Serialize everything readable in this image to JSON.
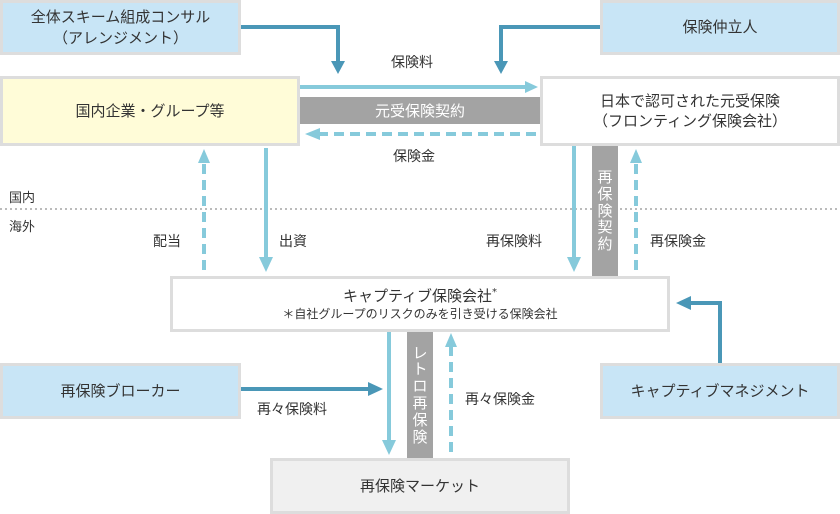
{
  "colors": {
    "box_blue": "#c8e5f6",
    "box_yellow": "#fffcd8",
    "box_border": "#dddddd",
    "arrow_dark": "#4a97b7",
    "arrow_light": "#86cadb",
    "band_grey": "#a3a3a3"
  },
  "boxes": {
    "consultant": {
      "line1": "全体スキーム組成コンサル",
      "line2": "（アレンジメント）"
    },
    "broker": {
      "label": "保険仲立人"
    },
    "domestic_company": {
      "label": "国内企業・グループ等"
    },
    "fronting_insurer": {
      "line1": "日本で認可された元受保険",
      "line2": "（フロンティング保険会社）"
    },
    "captive": {
      "title": "キャプティブ保険会社",
      "asterisk": "*",
      "note": "＊自社グループのリスクのみを引き受ける保険会社"
    },
    "reinsurance_broker": {
      "label": "再保険ブローカー"
    },
    "captive_management": {
      "label": "キャプティブマネジメント"
    },
    "reinsurance_market": {
      "label": "再保険マーケット"
    }
  },
  "bands": {
    "primary_contract": "元受保険契約",
    "reinsurance_contract": [
      "再",
      "保",
      "険",
      "契",
      "約"
    ],
    "retro_reinsurance": [
      "レ",
      "ト",
      "ロ",
      "再",
      "保",
      "険"
    ]
  },
  "flow_labels": {
    "premium": "保険料",
    "claim_payment": "保険金",
    "dividend": "配当",
    "investment": "出資",
    "reinsurance_premium": "再保険料",
    "reinsurance_claim": "再保険金",
    "retro_premium": "再々保険料",
    "retro_claim": "再々保険金"
  },
  "regions": {
    "domestic": "国内",
    "overseas": "海外"
  }
}
